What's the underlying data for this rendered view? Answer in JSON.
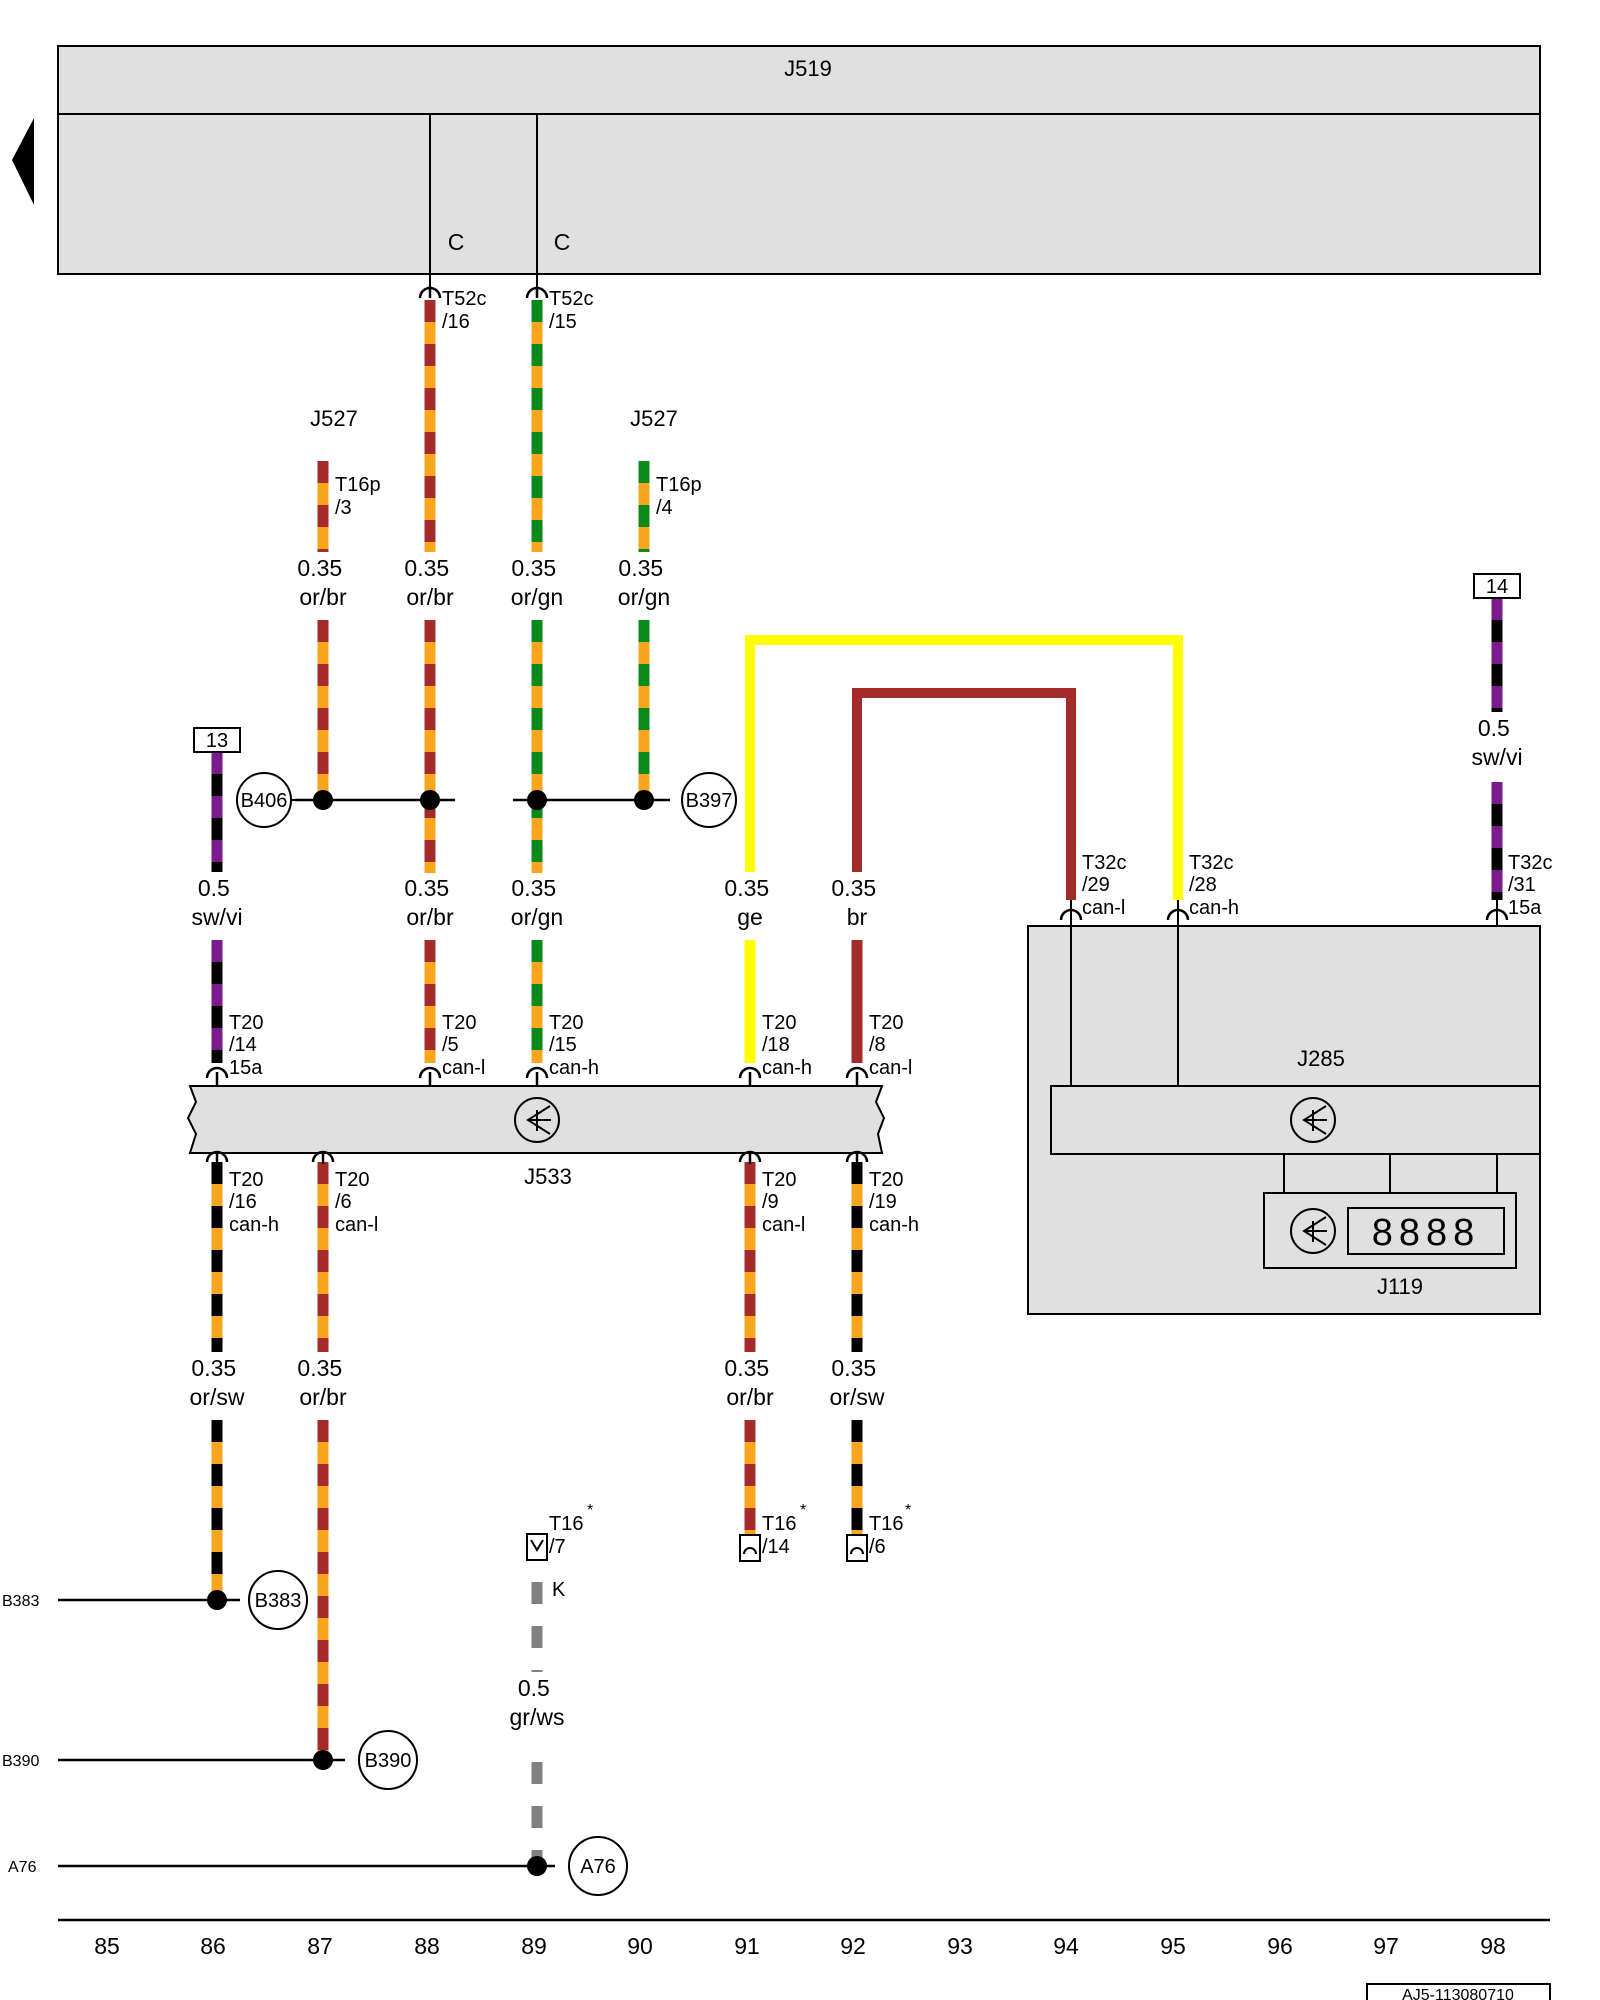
{
  "components": {
    "j519": "J519",
    "j527_left": "J527",
    "j527_right": "J527",
    "j533": "J533",
    "j285": "J285",
    "j119": "J119",
    "display_digits": "8888"
  },
  "c_labels": [
    "C",
    "C"
  ],
  "reference_boxes": [
    "13",
    "14"
  ],
  "connectors": [
    {
      "id": "t52c-16",
      "line1": "T52c",
      "line2": "/16"
    },
    {
      "id": "t52c-15",
      "line1": "T52c",
      "line2": "/15"
    },
    {
      "id": "t16p-3",
      "line1": "T16p",
      "line2": "/3"
    },
    {
      "id": "t16p-4",
      "line1": "T16p",
      "line2": "/4"
    },
    {
      "id": "t32c-29",
      "line1": "T32c",
      "line2": "/29",
      "line3": "can-l"
    },
    {
      "id": "t32c-28",
      "line1": "T32c",
      "line2": "/28",
      "line3": "can-h"
    },
    {
      "id": "t32c-31",
      "line1": "T32c",
      "line2": "/31",
      "line3": "15a"
    },
    {
      "id": "t20-14",
      "line1": "T20",
      "line2": "/14",
      "line3": "15a"
    },
    {
      "id": "t20-5",
      "line1": "T20",
      "line2": "/5",
      "line3": "can-l"
    },
    {
      "id": "t20-15",
      "line1": "T20",
      "line2": "/15",
      "line3": "can-h"
    },
    {
      "id": "t20-18",
      "line1": "T20",
      "line2": "/18",
      "line3": "can-h"
    },
    {
      "id": "t20-8",
      "line1": "T20",
      "line2": "/8",
      "line3": "can-l"
    },
    {
      "id": "t20-16",
      "line1": "T20",
      "line2": "/16",
      "line3": "can-h"
    },
    {
      "id": "t20-6",
      "line1": "T20",
      "line2": "/6",
      "line3": "can-l"
    },
    {
      "id": "t20-9",
      "line1": "T20",
      "line2": "/9",
      "line3": "can-l"
    },
    {
      "id": "t20-19",
      "line1": "T20",
      "line2": "/19",
      "line3": "can-h"
    },
    {
      "id": "t16-7",
      "line1": "T16",
      "line2": "/7",
      "star": "*"
    },
    {
      "id": "t16-14",
      "line1": "T16",
      "line2": "/14",
      "star": "*"
    },
    {
      "id": "t16-6",
      "line1": "T16",
      "line2": "/6",
      "star": "*"
    }
  ],
  "wire_labels": [
    {
      "id": "w-87-top",
      "size": "0.35",
      "color": "or/br"
    },
    {
      "id": "w-88-top",
      "size": "0.35",
      "color": "or/br"
    },
    {
      "id": "w-89-top",
      "size": "0.35",
      "color": "or/gn"
    },
    {
      "id": "w-90-top",
      "size": "0.35",
      "color": "or/gn"
    },
    {
      "id": "w-86-mid",
      "size": "0.5",
      "color": "sw/vi"
    },
    {
      "id": "w-88-mid",
      "size": "0.35",
      "color": "or/br"
    },
    {
      "id": "w-89-mid",
      "size": "0.35",
      "color": "or/gn"
    },
    {
      "id": "w-91-mid",
      "size": "0.35",
      "color": "ge"
    },
    {
      "id": "w-92-mid",
      "size": "0.35",
      "color": "br"
    },
    {
      "id": "w-98-top",
      "size": "0.5",
      "color": "sw/vi"
    },
    {
      "id": "w-86-low",
      "size": "0.35",
      "color": "or/sw"
    },
    {
      "id": "w-87-low",
      "size": "0.35",
      "color": "or/br"
    },
    {
      "id": "w-91-low",
      "size": "0.35",
      "color": "or/br"
    },
    {
      "id": "w-92-low",
      "size": "0.35",
      "color": "or/sw"
    },
    {
      "id": "w-89-k",
      "size": "0.5",
      "color": "gr/ws"
    }
  ],
  "k_label": "K",
  "junctions": [
    "B406",
    "B397",
    "B383",
    "B390",
    "A76"
  ],
  "side_labels": [
    "B383",
    "B390",
    "A76"
  ],
  "column_numbers": [
    "85",
    "86",
    "87",
    "88",
    "89",
    "90",
    "91",
    "92",
    "93",
    "94",
    "95",
    "96",
    "97",
    "98"
  ],
  "doc_code": "AJ5-113080710",
  "colors": {
    "orange": "#f7a51c",
    "brown": "#a52a2a",
    "green": "#0a8a1a",
    "yellow": "#ffff00",
    "purple": "#7b1a8c",
    "black": "#000000",
    "grey": "#808080",
    "white": "#ffffff",
    "box_fill": "#e0e0e0"
  }
}
